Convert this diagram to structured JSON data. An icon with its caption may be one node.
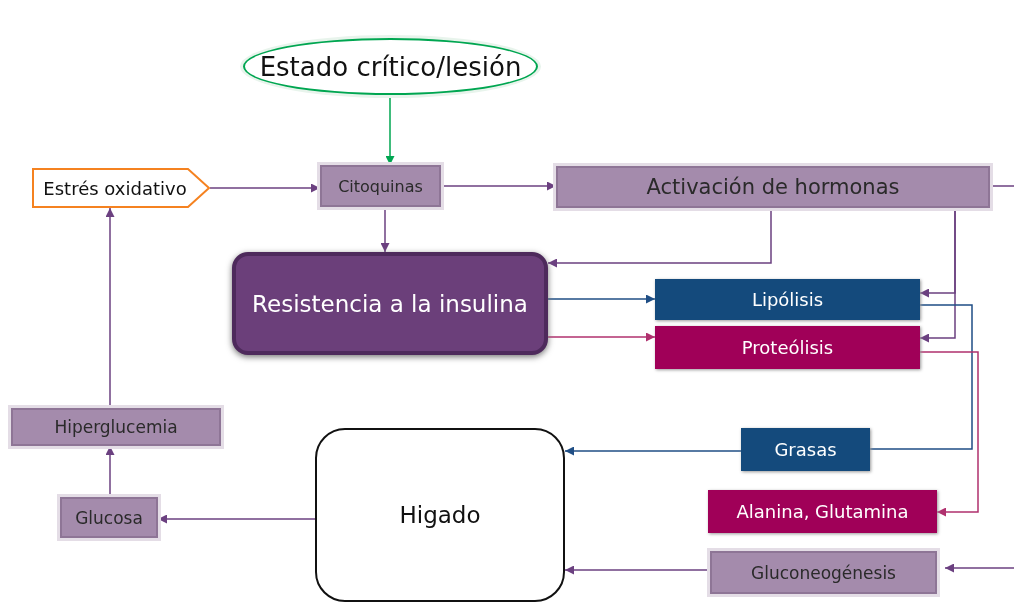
{
  "diagram": {
    "nodes": [
      {
        "text": [
          "Estado crítico/lesión"
        ]
      },
      {
        "text": [
          "Estrés oxidativo"
        ]
      },
      {
        "text": [
          "Citoquinas"
        ]
      },
      {
        "text": [
          "Activación de hormonas"
        ]
      },
      {
        "text": [
          "Resistencia a la insulina"
        ]
      },
      {
        "text": [
          "Lipólisis"
        ]
      },
      {
        "text": [
          "Proteólisis"
        ]
      },
      {
        "text": [
          "Hiperglucemia"
        ]
      },
      {
        "text": [
          "Glucosa"
        ]
      },
      {
        "text": [
          "Higado"
        ]
      },
      {
        "text": [
          "Grasas"
        ]
      },
      {
        "text": [
          "Alanina, Glutamina"
        ]
      },
      {
        "text": [
          "Gluconeogénesis"
        ]
      }
    ],
    "edges": [
      {
        "from": 0,
        "to": 2,
        "arrow": "to",
        "color": "#00a651"
      },
      {
        "from": 1,
        "to": 2,
        "arrow": "to"
      },
      {
        "from": 2,
        "to": 3,
        "arrow": "to"
      },
      {
        "from": 2,
        "to": 4,
        "arrow": "to"
      },
      {
        "from": 3,
        "to": 4,
        "arrow": "to"
      },
      {
        "from": 3,
        "to": 5,
        "arrow": "to"
      },
      {
        "from": 3,
        "to": 6,
        "arrow": "to"
      },
      {
        "from": 3,
        "to": null,
        "arrow": "none"
      },
      {
        "from": null,
        "to": 12,
        "arrow": "to"
      },
      {
        "from": 4,
        "to": 5,
        "arrow": "to",
        "color": "#1f4e85"
      },
      {
        "from": 4,
        "to": 6,
        "arrow": "to",
        "color": "#b0306e"
      },
      {
        "from": 5,
        "to": 10,
        "arrow": "none",
        "color": "#1f4e85"
      },
      {
        "from": 6,
        "to": 11,
        "arrow": "to",
        "color": "#b0306e"
      },
      {
        "from": 10,
        "to": 9,
        "arrow": "to",
        "color": "#1f4e85"
      },
      {
        "from": 12,
        "to": 9,
        "arrow": "to"
      },
      {
        "from": 9,
        "to": 8,
        "arrow": "to"
      },
      {
        "from": 8,
        "to": 7,
        "arrow": "to"
      },
      {
        "from": 7,
        "to": 1,
        "arrow": "to"
      }
    ]
  }
}
